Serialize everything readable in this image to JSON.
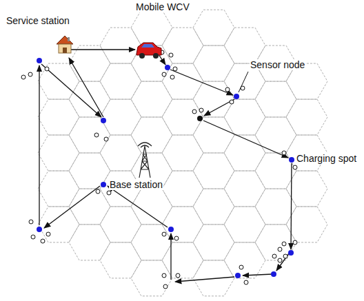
{
  "diagram": {
    "labels": [
      "Service station",
      "Mobile WCV",
      "Sensor node",
      "Charging spot",
      "Base station"
    ]
  }
}
